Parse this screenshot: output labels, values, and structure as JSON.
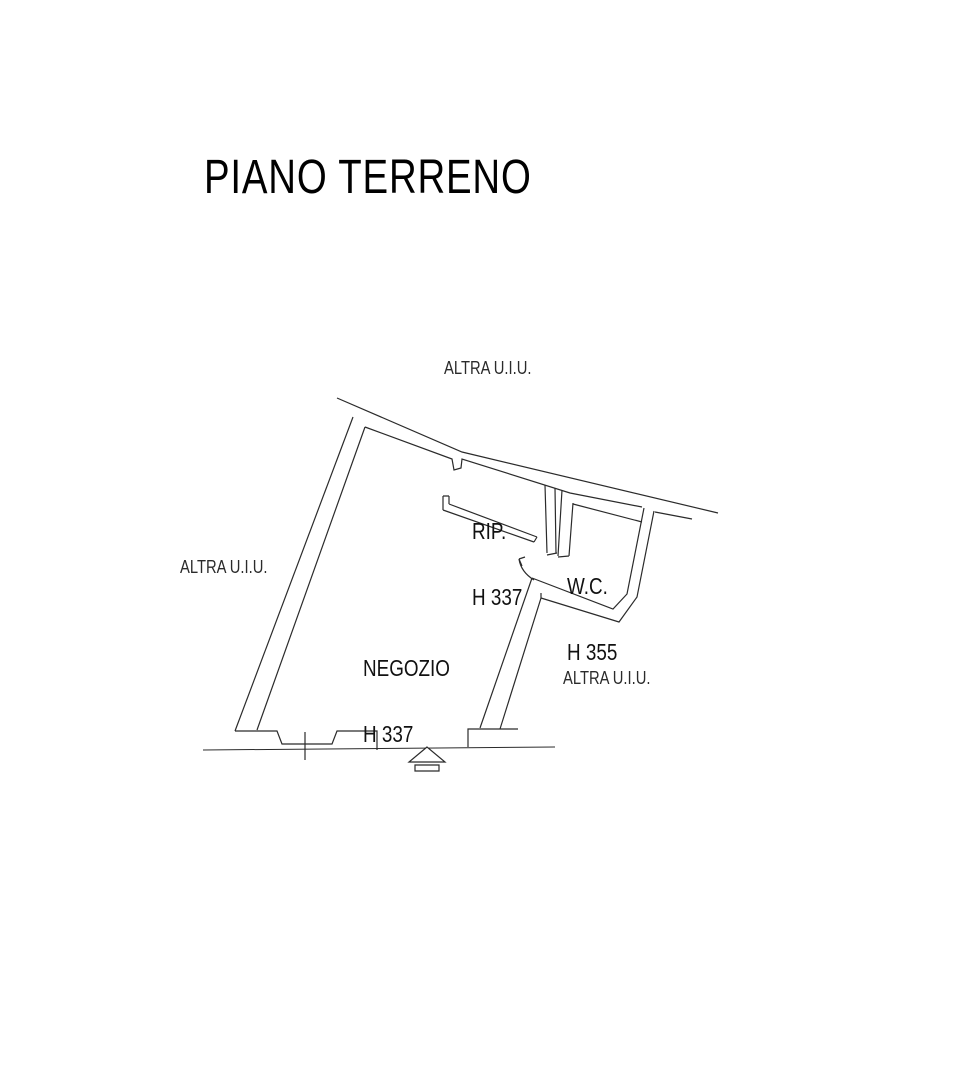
{
  "title": "PIANO TERRENO",
  "plan": {
    "background": "#ffffff",
    "line_color": "#2b2b2b",
    "neighbor_labels": {
      "top": {
        "text": "ALTRA U.I.U."
      },
      "left": {
        "text": "ALTRA U.I.U."
      },
      "right": {
        "text": "ALTRA U.I.U."
      }
    },
    "rooms": {
      "negozio": {
        "name": "NEGOZIO",
        "height_label": "H 337"
      },
      "rip": {
        "name": "RIP.",
        "height_label": "H 337"
      },
      "wc": {
        "name": "W.C.",
        "height_label": "H 355"
      }
    },
    "icons": {
      "entrance_arrow": "triangle-over-bar entrance marker",
      "door_swing": "quarter-arc door swing with arrowhead",
      "window_tick": "perpendicular window tick on sill"
    }
  }
}
